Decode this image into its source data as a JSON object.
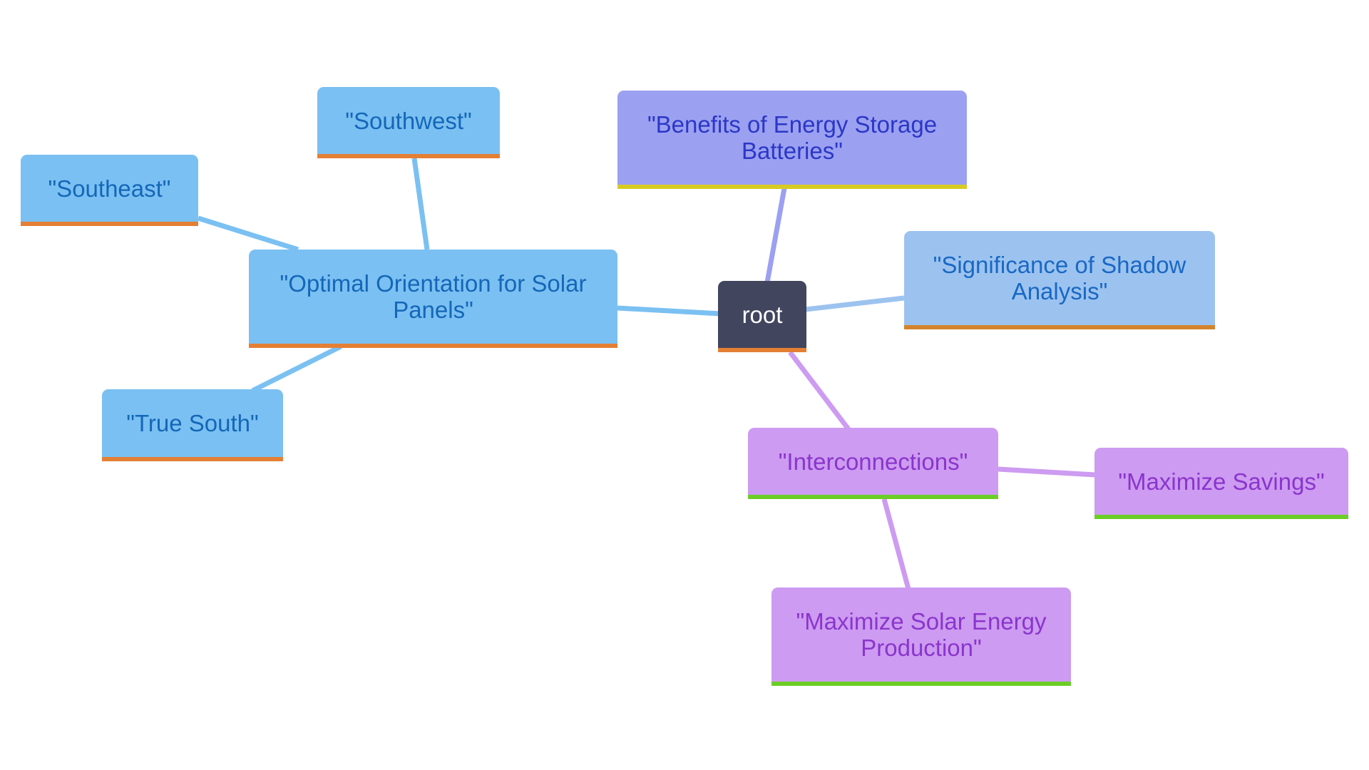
{
  "diagram": {
    "type": "mindmap",
    "root": {
      "id": "root",
      "label": "root"
    },
    "nodes": [
      {
        "id": "optimal",
        "label": "\"Optimal Orientation for Solar Panels\"",
        "parent": "root",
        "color": "#7bc0f2"
      },
      {
        "id": "southwest",
        "label": "\"Southwest\"",
        "parent": "optimal",
        "color": "#7bc0f2"
      },
      {
        "id": "southeast",
        "label": "\"Southeast\"",
        "parent": "optimal",
        "color": "#7bc0f2"
      },
      {
        "id": "truesouth",
        "label": "\"True South\"",
        "parent": "optimal",
        "color": "#7bc0f2"
      },
      {
        "id": "benefits",
        "label": "\"Benefits of Energy Storage Batteries\"",
        "parent": "root",
        "color": "#9ba0f1"
      },
      {
        "id": "shadow",
        "label": "\"Significance of Shadow Analysis\"",
        "parent": "root",
        "color": "#9cc3ef"
      },
      {
        "id": "interconnections",
        "label": "\"Interconnections\"",
        "parent": "root",
        "color": "#cd9bf1"
      },
      {
        "id": "savings",
        "label": "\"Maximize Savings\"",
        "parent": "interconnections",
        "color": "#cd9bf1"
      },
      {
        "id": "production",
        "label": "\"Maximize Solar Energy Production\"",
        "parent": "interconnections",
        "color": "#cd9bf1"
      }
    ],
    "colors": {
      "root_fill": "#41455e",
      "blue_fill": "#7bc0f2",
      "blue_text": "#1467b8",
      "orange_underline": "#e47f34",
      "indigo_fill": "#9ba0f1",
      "yellow_underline": "#d7cb23",
      "purple_fill": "#cd9bf1",
      "green_underline": "#6ccd27"
    }
  }
}
